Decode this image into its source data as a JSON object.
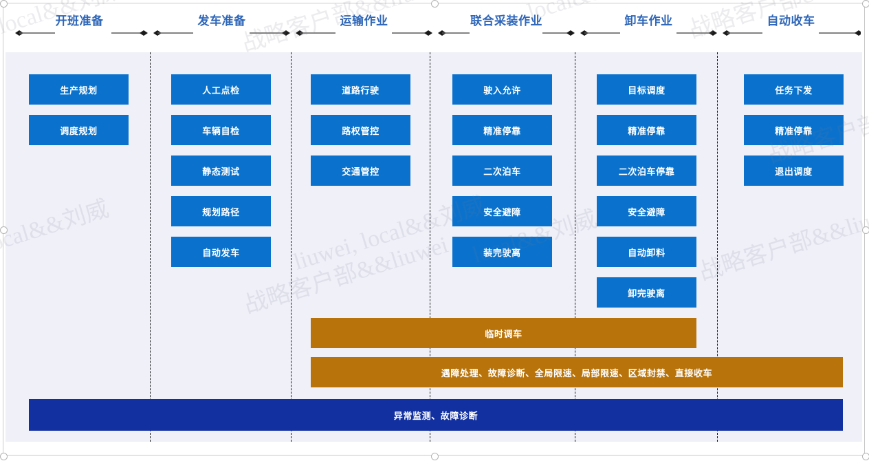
{
  "diagram": {
    "title_color": "#2e66b8",
    "box_color": "#0a72cc",
    "orange_color": "#b8730a",
    "navy_color": "#1230a0",
    "panel_color": "#eff0f8"
  },
  "phases": [
    {
      "label": "开班准备",
      "steps": [
        "生产规划",
        "调度规划"
      ]
    },
    {
      "label": "发车准备",
      "steps": [
        "人工点检",
        "车辆自检",
        "静态测试",
        "规划路径",
        "自动发车"
      ]
    },
    {
      "label": "运输作业",
      "steps": [
        "道路行驶",
        "路权管控",
        "交通管控"
      ]
    },
    {
      "label": "联合采装作业",
      "steps": [
        "驶入允许",
        "精准停靠",
        "二次泊车",
        "安全避障",
        "装完驶离"
      ]
    },
    {
      "label": "卸车作业",
      "steps": [
        "目标调度",
        "精准停靠",
        "二次泊车停靠",
        "安全避障",
        "自动卸料",
        "卸完驶离"
      ]
    },
    {
      "label": "自动收车",
      "steps": [
        "任务下发",
        "精准停靠",
        "退出调度"
      ]
    }
  ],
  "bars": {
    "temp_dispatch": "临时调车",
    "exception_handling": "遇障处理、故障诊断、全局限速、局部限速、区域封禁、直接收车",
    "monitoring": "异常监测、故障诊断"
  },
  "watermarks": [
    "local&&刘威",
    "战略客户部&&liuwei",
    "local&&刘威",
    "战略客户部&&liuwei",
    "local&&刘威",
    "战略客户部&&liuwei",
    "liuwei, local&&刘威",
    "战略客户部&&liuwei",
    "local&&刘威",
    "战略客户部&&liuwei"
  ]
}
